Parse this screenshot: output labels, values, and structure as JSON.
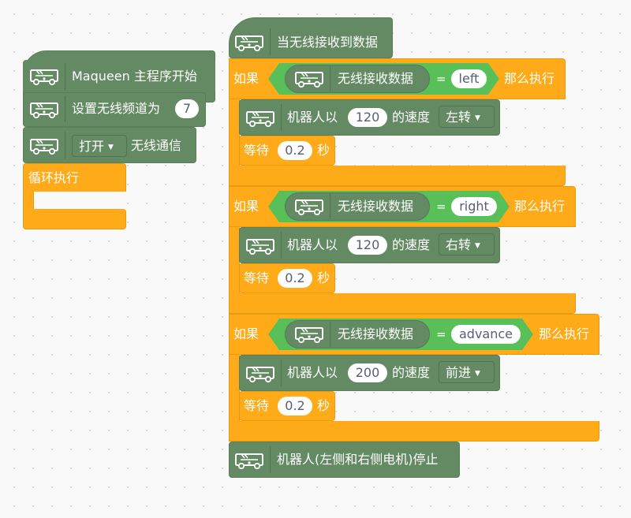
{
  "colors": {
    "green_block": "#648a63",
    "orange_block": "#ffab19",
    "condition_green": "#59c059",
    "workspace": "#f9f9f9"
  },
  "icon": "maqueen-robot-car-icon",
  "left_stack": {
    "start_label": "Maqueen 主程序开始",
    "set_channel_label": "设置无线频道为",
    "set_channel_value": "7",
    "wireless_dropdown": "打开",
    "wireless_label": "无线通信",
    "forever_label": "循环执行"
  },
  "right_stack": {
    "hat_label": "当无线接收到数据",
    "conditions": [
      {
        "if_label": "如果",
        "reporter_label": "无线接收数据",
        "eq": "=",
        "value": "left",
        "then_label": "那么执行",
        "move_prefix": "机器人以",
        "speed": "120",
        "speed_suffix": "的速度",
        "direction": "左转",
        "wait_label": "等待",
        "wait_value": "0.2",
        "wait_unit": "秒"
      },
      {
        "if_label": "如果",
        "reporter_label": "无线接收数据",
        "eq": "=",
        "value": "right",
        "then_label": "那么执行",
        "move_prefix": "机器人以",
        "speed": "120",
        "speed_suffix": "的速度",
        "direction": "右转",
        "wait_label": "等待",
        "wait_value": "0.2",
        "wait_unit": "秒"
      },
      {
        "if_label": "如果",
        "reporter_label": "无线接收数据",
        "eq": "=",
        "value": "advance",
        "then_label": "那么执行",
        "move_prefix": "机器人以",
        "speed": "200",
        "speed_suffix": "的速度",
        "direction": "前进",
        "wait_label": "等待",
        "wait_value": "0.2",
        "wait_unit": "秒"
      }
    ],
    "stop_label": "机器人(左侧和右侧电机)停止"
  }
}
